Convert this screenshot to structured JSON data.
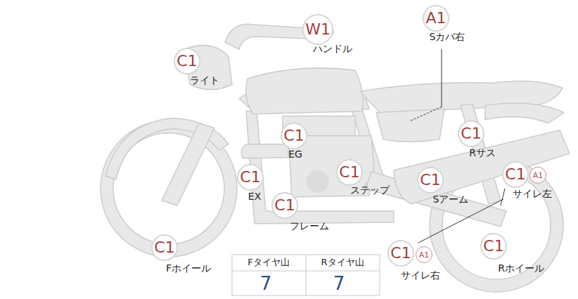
{
  "diagram": {
    "nodes": [
      {
        "text": [
          "A1"
        ]
      },
      {
        "text": [
          "W1"
        ]
      },
      {
        "text": [
          "C1"
        ]
      },
      {
        "text": [
          "C1"
        ]
      },
      {
        "text": [
          "C1"
        ]
      },
      {
        "text": [
          "C1"
        ]
      },
      {
        "text": [
          "C1"
        ]
      },
      {
        "text": [
          "C1"
        ]
      },
      {
        "text": [
          "C1"
        ]
      },
      {
        "text": [
          "A1"
        ]
      },
      {
        "text": [
          "C1"
        ]
      },
      {
        "text": [
          "C1"
        ]
      },
      {
        "text": [
          "C1"
        ]
      },
      {
        "text": [
          "A1"
        ]
      },
      {
        "text": [
          "C1"
        ]
      }
    ],
    "labels": [
      "Sカバ右",
      "ハンドル",
      "ライト",
      "EG",
      "Rサス",
      "EX",
      "ステップ",
      "Sアーム",
      "サイレ左",
      "フレーム",
      "サイレ右",
      "Fホイール",
      "Rホイール",
      "Fタイヤ山",
      "Rタイヤ山",
      "7",
      "7"
    ]
  }
}
